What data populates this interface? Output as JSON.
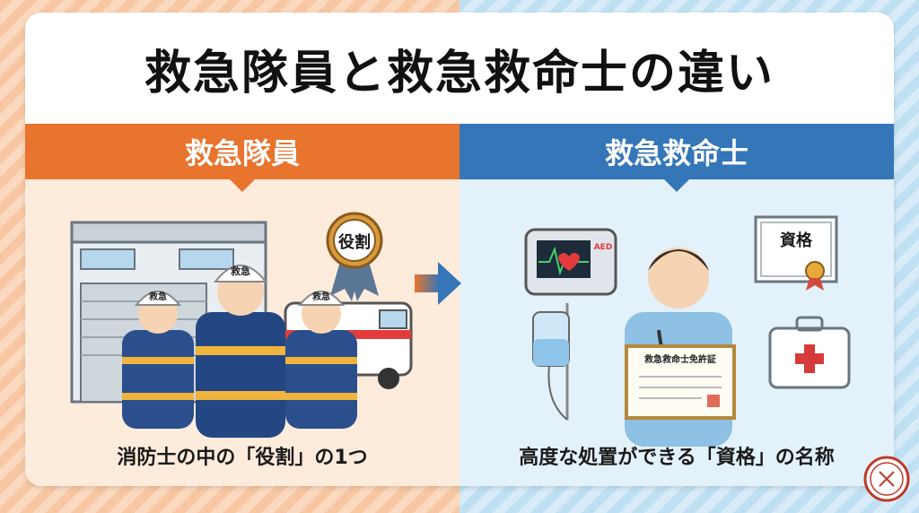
{
  "title": "救急隊員と救急救命士の違い",
  "left": {
    "heading": "救急隊員",
    "badge": "役割",
    "helmet_label": "救急",
    "caption": "消防士の中の「役割」の1つ"
  },
  "right": {
    "heading": "救急救命士",
    "certificate_label": "資格",
    "license_label": "救急救命士免許証",
    "aed_label": "AED",
    "caption": "高度な処置ができる「資格」の名称"
  },
  "colors": {
    "orange": "#e8742d",
    "blue": "#3576b8",
    "left_bg": "#fdebdc",
    "right_bg": "#e3f1fa"
  }
}
